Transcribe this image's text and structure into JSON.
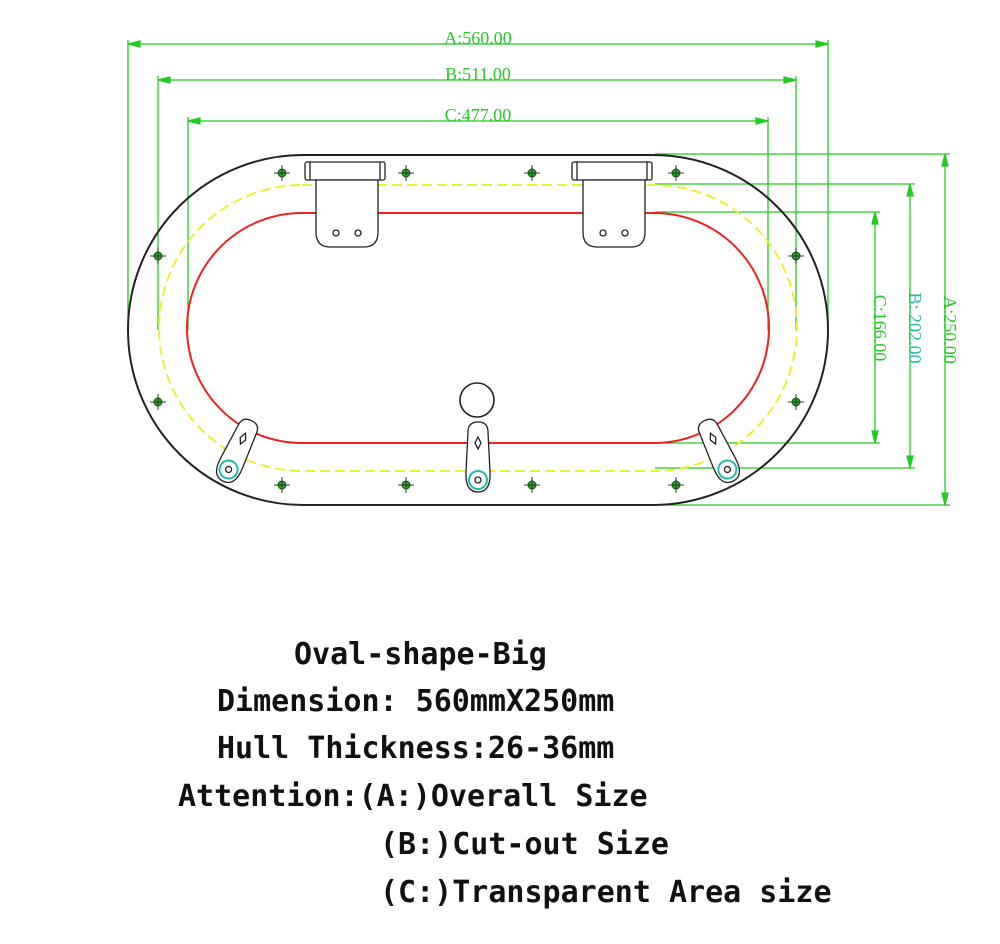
{
  "drawing": {
    "dimensions": {
      "a_width": "A:560.00",
      "b_width": "B:511.00",
      "c_width": "C:477.00",
      "c_height": "C:166.00",
      "b_height": "B: 202.00",
      "a_height": "A:250.00"
    },
    "colors": {
      "dimension_green": "#22cc22",
      "dimension_teal": "#22bbaa",
      "outline": "#222222",
      "cutout_yellow": "#eeee33",
      "transparent_red": "#ee2222",
      "bolt_green": "#22aa22"
    }
  },
  "caption": {
    "title": "Oval-shape-Big",
    "dimension": "Dimension: 560mmX250mm",
    "hull": "Hull Thickness:26-36mm",
    "attention_a": "Attention:(A:)Overall Size",
    "attention_b": "(B:)Cut-out Size",
    "attention_c": "(C:)Transparent Area size"
  }
}
